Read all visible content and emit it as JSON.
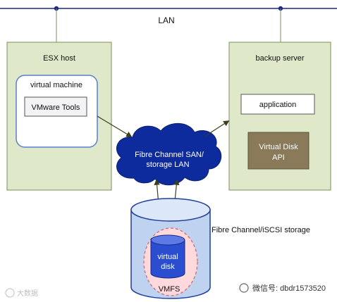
{
  "lan": {
    "label": "LAN"
  },
  "esx_host": {
    "label": "ESX host",
    "virtual_machine": {
      "label": "virtual machine",
      "tools_label": "VMware Tools"
    }
  },
  "backup_server": {
    "label": "backup server",
    "application_label": "application",
    "api_label_line1": "Virtual Disk",
    "api_label_line2": "API"
  },
  "cloud": {
    "line1": "Fibre Channel SAN/",
    "line2": "storage LAN"
  },
  "storage": {
    "label": "Fibre Channel/iSCSI storage",
    "disk_line1": "virtual",
    "disk_line2": "disk",
    "filesystem_label": "VMFS"
  },
  "watermarks": {
    "left": "大数据",
    "right": "微信号: dbdr1573520"
  },
  "colors": {
    "panel_fill": "#dfe9c9",
    "panel_stroke": "#7c8f5e",
    "lan_line": "#1c2a82",
    "cloud_fill": "#0d2b9c",
    "api_fill": "#8a7a5a",
    "storage_fill": "#bfd3f0",
    "disk_fill": "#ffd9dc"
  }
}
